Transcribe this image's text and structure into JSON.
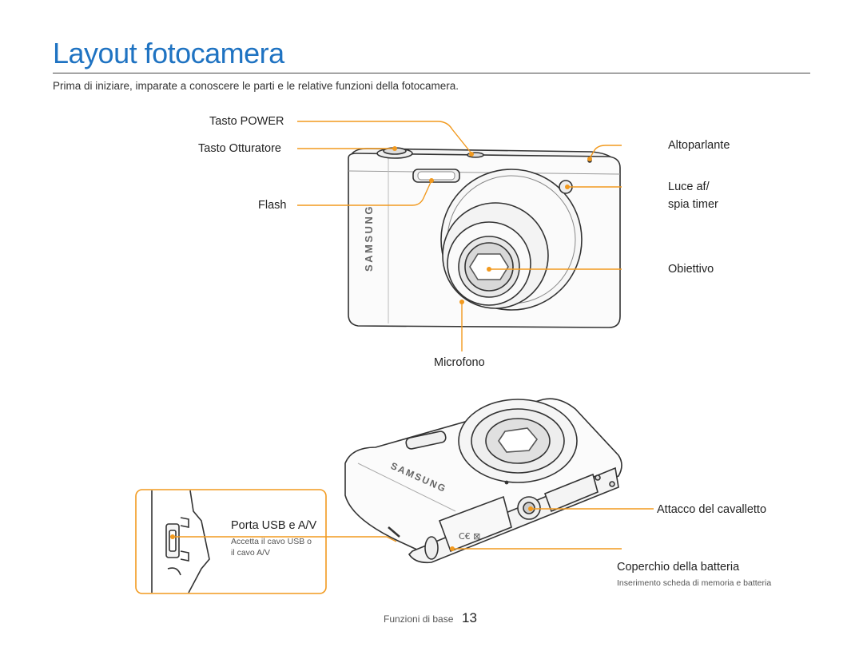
{
  "title": "Layout fotocamera",
  "intro": "Prima di iniziare, imparate a conoscere le parti e le relative funzioni della fotocamera.",
  "labels": {
    "power": "Tasto POWER",
    "shutter": "Tasto Otturatore",
    "flash": "Flash",
    "speaker": "Altoparlante",
    "af_light_line1": "Luce af/",
    "af_light_line2": "spia timer",
    "lens": "Obiettivo",
    "mic": "Microfono",
    "usb_port": "Porta USB e A/V",
    "usb_desc_line1": "Accetta il cavo USB o",
    "usb_desc_line2": "il cavo A/V",
    "tripod": "Attacco del cavalletto",
    "battery_cover": "Coperchio della batteria",
    "battery_desc": "Inserimento scheda di memoria e batteria"
  },
  "brand": "SAMSUNG",
  "footer": {
    "section": "Funzioni di base",
    "page": "13"
  },
  "colors": {
    "accent": "#1f73c2",
    "leader": "#f29a1f"
  }
}
